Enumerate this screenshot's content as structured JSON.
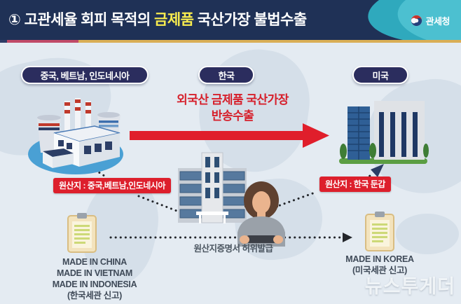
{
  "header": {
    "title_prefix": "① 고관세율 회피 목적의 ",
    "title_highlight": "금제품",
    "title_suffix": " 국산가장 불법수출",
    "logo_text": "관세청"
  },
  "country_labels": {
    "origin": "중국, 베트남, 인도네시아",
    "korea": "한국",
    "usa": "미국"
  },
  "flow": {
    "arrow_caption_line1": "외국산 금제품 국산가장",
    "arrow_caption_line2": "반송수출",
    "origin_tag_left": "원산지 : 중국,베트남,인도네시아",
    "origin_tag_right": "원산지 : 한국 둔갑",
    "certificate_caption": "원산지증명서 허위발급"
  },
  "declarations": {
    "left_lines": [
      "MADE IN CHINA",
      "MADE IN VIETNAM",
      "MADE IN INDONESIA",
      "(한국세관 신고)"
    ],
    "right_lines": [
      "MADE IN KOREA",
      "(미국세관 신고)"
    ]
  },
  "watermark": "뉴스투게더",
  "colors": {
    "header_navy": "#1f3156",
    "highlight_yellow": "#f8ec4f",
    "alert_red": "#dd1f2c",
    "pill_navy": "#2b2d5e",
    "teal_swoosh": "#2fa9bd",
    "gold_bar": "#d9ae56",
    "crimson_bar": "#c04a68",
    "background": "#e4ebf2"
  }
}
